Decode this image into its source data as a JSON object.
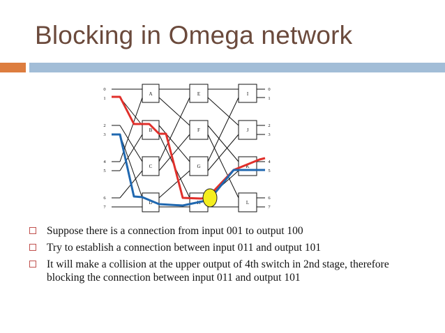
{
  "slide": {
    "title": "Blocking in Omega network"
  },
  "diagram": {
    "input_labels": [
      "0",
      "1",
      "2",
      "3",
      "4",
      "5",
      "6",
      "7"
    ],
    "output_labels": [
      "0",
      "1",
      "2",
      "3",
      "4",
      "5",
      "6",
      "7"
    ],
    "switches": {
      "stage1": [
        "A",
        "B",
        "C",
        "D"
      ],
      "stage2": [
        "E",
        "F",
        "G",
        "H"
      ],
      "stage3": [
        "I",
        "J",
        "K",
        "L"
      ]
    },
    "colors": {
      "path1": "#e0302b",
      "path2": "#2068b0",
      "collision": "#f4ee1f",
      "wire": "#111111"
    }
  },
  "bullets": [
    "Suppose there is a connection from input 001 to output 100",
    "Try to establish a connection between input 011 and output 101",
    "It will make a collision at the upper output of 4th switch in 2nd stage, therefore blocking the connection between input 011 and output 101"
  ]
}
